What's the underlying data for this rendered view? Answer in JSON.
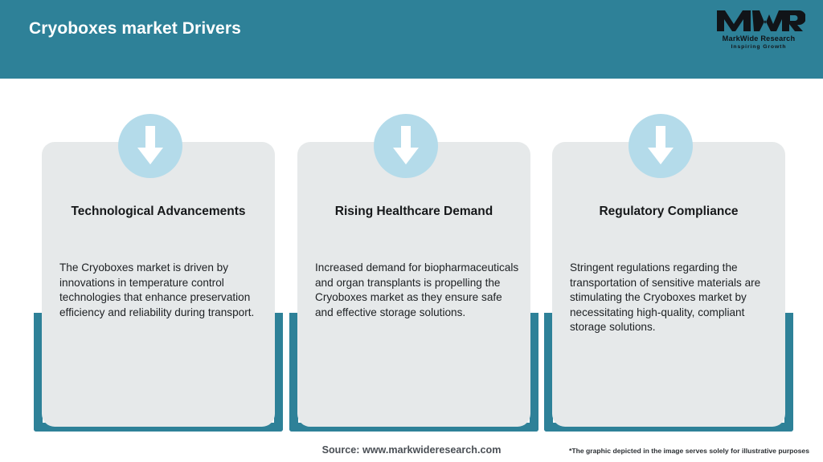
{
  "header": {
    "title": "Cryoboxes market Drivers",
    "bg_color": "#2e8198",
    "title_color": "#ffffff"
  },
  "logo": {
    "mark": "MWR",
    "name": "MarkWide Research",
    "tagline": "Inspiring Growth"
  },
  "theme": {
    "accent": "#2e8198",
    "card_bg": "#e6e9ea",
    "icon_circle": "#b4dbea",
    "arrow": "#ffffff"
  },
  "cards": [
    {
      "icon": "arrow-down-icon",
      "title": "Technological Advancements",
      "body": "The Cryoboxes market is driven by innovations in temperature control technologies that enhance preservation efficiency and reliability during transport."
    },
    {
      "icon": "arrow-down-icon",
      "title": "Rising Healthcare Demand",
      "body": "Increased demand for biopharmaceuticals and organ transplants is propelling the Cryoboxes market as they ensure safe and effective storage solutions."
    },
    {
      "icon": "arrow-down-icon",
      "title": "Regulatory Compliance",
      "body": "Stringent regulations regarding the transportation of sensitive materials are stimulating the Cryoboxes market by necessitating high-quality, compliant storage solutions."
    }
  ],
  "footer": {
    "source": "Source: www.markwideresearch.com",
    "disclaimer": "*The graphic depicted in the image serves solely for illustrative purposes"
  }
}
